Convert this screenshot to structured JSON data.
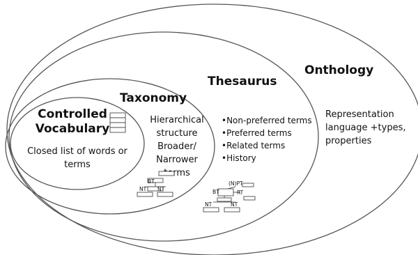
{
  "ontology": {
    "title": "Onthology",
    "description_lines": [
      "Representation",
      "language +types,",
      "properties"
    ]
  },
  "thesaurus": {
    "title": "Thesaurus",
    "bullets": [
      "•Non-preferred terms",
      "•Preferred terms",
      "•Related terms",
      "•History"
    ],
    "mini_diagram": {
      "np_label": "(N)PT",
      "bt_label": "BT",
      "rt_label": "RT",
      "nt_left": "NT",
      "nt_right": "NT"
    }
  },
  "taxonomy": {
    "title": "Taxonomy",
    "description_lines": [
      "Hierarchical",
      "structure",
      "Broader/",
      "Narrower",
      "terms"
    ],
    "mini_diagram": {
      "bt_label": "BT",
      "nt_left": "NT",
      "nt_right": "NT"
    }
  },
  "controlled_vocabulary": {
    "title_lines": [
      "Controlled",
      "Vocabulary"
    ],
    "description_lines": [
      "Closed list of words or",
      "terms"
    ]
  }
}
